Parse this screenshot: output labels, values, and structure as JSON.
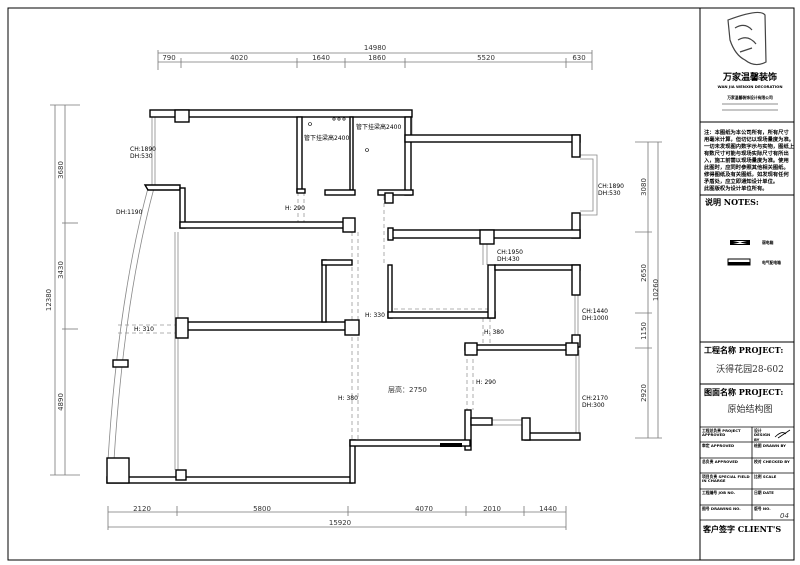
{
  "title_block": {
    "company_cn": "万家温馨装饰",
    "company_en": "WAN JIA WENXIN DECORATION",
    "company_sub": "万家温馨装饰设计有限公司",
    "notes_text": [
      "注：本图纸为本公司所有，所有尺寸",
      "用毫米计算，但切记以现场量度为准。",
      "一切未发现图内数字示与实物，图纸上",
      "有数尺寸可能与现场实际尺寸有所出",
      "入，施工前需以现场量度为准。使用",
      "此图时，应同时参照其他相关图纸。",
      "修得图纸及有关图纸，如发现有任何",
      "矛盾处，应立即通知设计单位。",
      "此图版权为设计单位所有。"
    ],
    "notes_heading": "说明 NOTES:",
    "legend": [
      {
        "icon": "weak-current-box-icon",
        "label": "弱电箱"
      },
      {
        "icon": "distribution-box-icon",
        "label": "电气配电箱"
      }
    ],
    "project_label": "工程名称 PROJECT:",
    "project_value": "沃得花园28-602",
    "drawing_label": "图面名称 PROJECT:",
    "drawing_value": "原始结构图",
    "rows": [
      [
        "工程总负责 PROJECT APPROVED",
        "设计 DESIGN BY"
      ],
      [
        "审定 APPROVED",
        "绘图 DRAWN BY"
      ],
      [
        "总负责 APPROVED",
        "校对 CHECKED BY"
      ],
      [
        "项目负责 SPECIAL FIELD IN CHARGE",
        "比例 SCALE"
      ],
      [
        "工程编号 JOB NO.",
        "日期 DATE"
      ],
      [
        "图号 DRAWING NO.",
        "版号 NO."
      ]
    ],
    "sheet_no": "04",
    "client_label": "客户签字 CLIENT'S"
  },
  "dimensions": {
    "top_total": "14980",
    "top": [
      "790",
      "4020",
      "1640",
      "1860",
      "5520",
      "630"
    ],
    "bottom_total": "15920",
    "bottom": [
      "2120",
      "5800",
      "4070",
      "2010",
      "1440"
    ],
    "left_total": "12380",
    "left": [
      "3680",
      "3430",
      "4890"
    ],
    "right_total": "10260",
    "right": [
      "3080",
      "2650",
      "1150",
      "2920"
    ]
  },
  "labels": {
    "win_top_left": [
      "CH:1890",
      "DH:530"
    ],
    "arc_window": "DH:1190",
    "beam1": "管下挂梁高2400",
    "beam2": "管下挂梁高2400",
    "h_290_top": "H: 290",
    "win_right_bay": [
      "CH:1890",
      "DH:530"
    ],
    "win_mid": [
      "CH:1950",
      "DH:430"
    ],
    "win_right_mid": [
      "CH:1440",
      "DH:1000"
    ],
    "h_330": "H: 330",
    "h_380_right": "H: 380",
    "h_310": "H: 310",
    "floor_height": "层高：2750",
    "h_380_mid": "H: 380",
    "h_290_low": "H: 290",
    "win_right_low": [
      "CH:2170",
      "DH:300"
    ]
  }
}
